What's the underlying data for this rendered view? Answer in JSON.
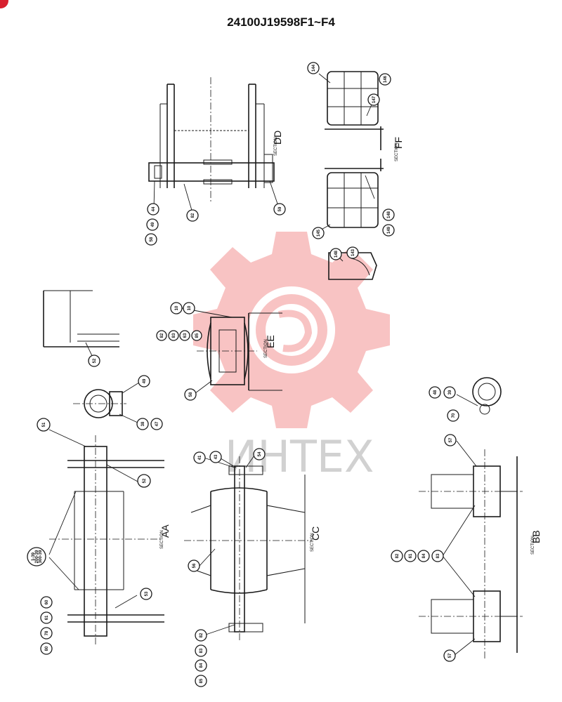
{
  "title": "24100J19598F1~F4",
  "watermark": {
    "text": "ИНТЕХ",
    "gear_color": "#e83a3a"
  },
  "sections": [
    {
      "id": "DD",
      "prefix": "SECTION",
      "label": "DD"
    },
    {
      "id": "FF",
      "prefix": "SECTION",
      "label": "FF"
    },
    {
      "id": "EE",
      "prefix": "SECTION",
      "label": "EE"
    },
    {
      "id": "AA",
      "prefix": "SECTION",
      "label": "AA"
    },
    {
      "id": "CC",
      "prefix": "SECTION",
      "label": "CC"
    },
    {
      "id": "BB",
      "prefix": "SECTION",
      "label": "BB"
    }
  ],
  "callouts": {
    "b1": "144",
    "b2": "146",
    "b3": "147",
    "b4": "149",
    "b5": "148",
    "b6": "145",
    "b7": "148",
    "b8": "143",
    "b9": "58",
    "b10": "49",
    "b11": "44",
    "b12": "82",
    "b13": "59",
    "b14": "10",
    "b15": "10",
    "b16": "82",
    "b17": "83",
    "b18": "63",
    "b19": "85",
    "b20": "58",
    "b21": "52",
    "b22": "49",
    "b23": "51",
    "b24": "38",
    "b25": "47",
    "b26": "52",
    "b27": "1-39\n200-39\n300-39",
    "b28": "60",
    "b29": "61",
    "b30": "78",
    "b31": "80",
    "b32": "53",
    "b33": "41",
    "b34": "43",
    "b35": "54",
    "b36": "56",
    "b37": "82",
    "b38": "83",
    "b39": "84",
    "b40": "85",
    "b41": "48",
    "b42": "39",
    "b43": "70",
    "b44": "57",
    "b45": "82",
    "b46": "61",
    "b47": "84",
    "b48": "83",
    "b49": "57"
  }
}
